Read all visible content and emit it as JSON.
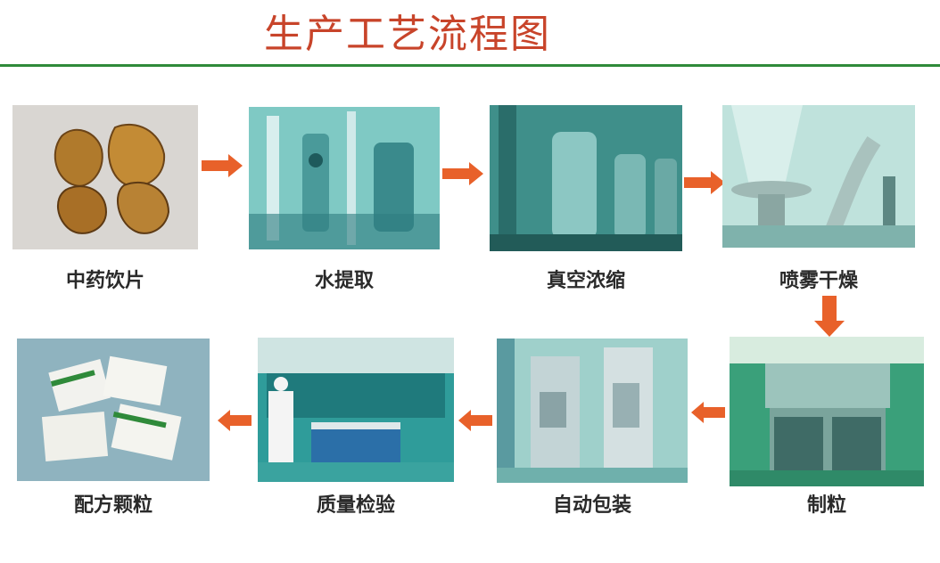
{
  "title": "生产工艺流程图",
  "steps": [
    {
      "label": "中药饮片",
      "image": "herbal-slices-photo"
    },
    {
      "label": "水提取",
      "image": "water-extraction-equipment-photo"
    },
    {
      "label": "真空浓缩",
      "image": "vacuum-concentration-equipment-photo"
    },
    {
      "label": "喷雾干燥",
      "image": "spray-drying-equipment-photo"
    },
    {
      "label": "制粒",
      "image": "granulation-machine-photo"
    },
    {
      "label": "自动包装",
      "image": "automatic-packaging-machine-photo"
    },
    {
      "label": "质量检验",
      "image": "quality-inspection-lab-photo"
    },
    {
      "label": "配方颗粒",
      "image": "formula-granule-packets-photo"
    }
  ],
  "colors": {
    "title": "#c8442a",
    "rule": "#2f8a3a",
    "arrow": "#e8612a",
    "label": "#2a2a2a"
  },
  "icons": [
    "arrow-right-icon",
    "arrow-down-icon",
    "arrow-left-icon"
  ]
}
